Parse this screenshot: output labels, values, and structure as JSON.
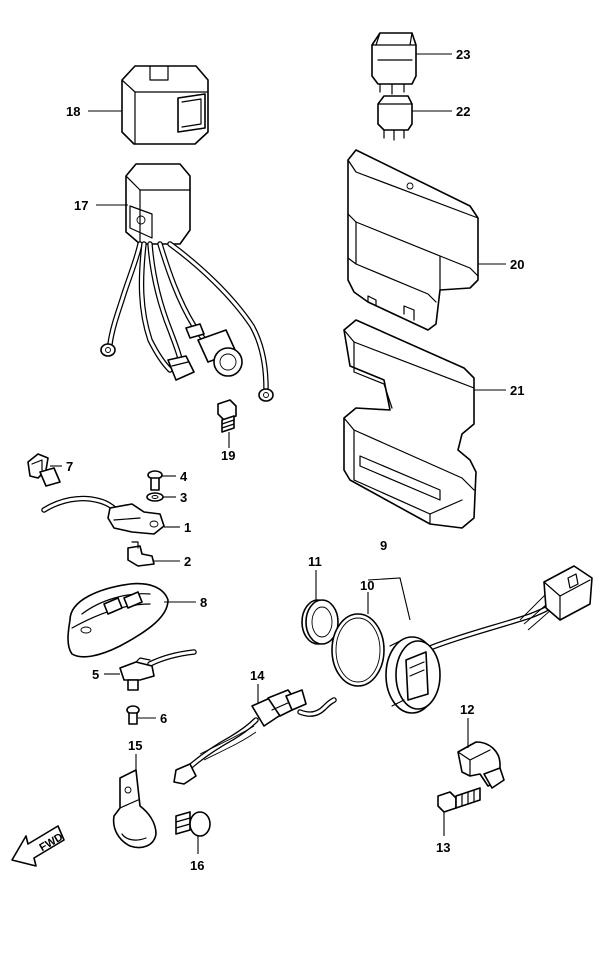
{
  "callouts": {
    "n1": "1",
    "n2": "2",
    "n3": "3",
    "n4": "4",
    "n5": "5",
    "n6": "6",
    "n7": "7",
    "n8": "8",
    "n9": "9",
    "n10": "10",
    "n11": "11",
    "n12": "12",
    "n13": "13",
    "n14": "14",
    "n15": "15",
    "n16": "16",
    "n17": "17",
    "n18": "18",
    "n19": "19",
    "n20": "20",
    "n21": "21",
    "n22": "22",
    "n23": "23"
  },
  "direction_arrow": {
    "label": "FWD"
  },
  "colors": {
    "line": "#000000",
    "background": "#ffffff"
  }
}
